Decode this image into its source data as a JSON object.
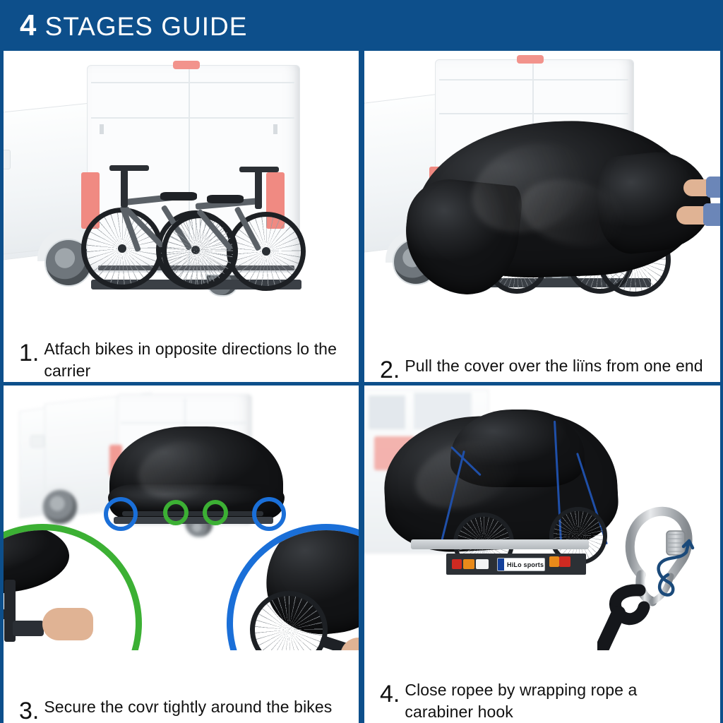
{
  "header": {
    "number": "4",
    "title_rest": " STAGES GUIDE",
    "background_color": "#0d4f8b",
    "text_color": "#ffffff"
  },
  "theme": {
    "accent_blue": "#0d4f8b",
    "annotation_blue": "#1a6fd8",
    "annotation_green": "#3cb034",
    "rope_blue": "#1f4fa8",
    "cover_black": "#141517",
    "background": "#ffffff"
  },
  "steps": [
    {
      "number": "1.",
      "caption": "Atfach bikes in opposite directions lo the carrier",
      "scene": "white-van-rear-with-two-bikes-on-hitch-carrier"
    },
    {
      "number": "2.",
      "caption": "Pull the cover over the liïns from one end",
      "scene": "hands-pulling-black-cover-over-bikes"
    },
    {
      "number": "3.",
      "caption": "Secure the covr tightly around the bikes",
      "scene": "covered-bikes-with-annotation-circles-and-two-detail-insets"
    },
    {
      "number": "4.",
      "caption": "Close ropee by wrapping rope a carabiner hook",
      "scene": "covered-bikes-with-blue-rope-and-carabiner-hook"
    }
  ],
  "panel4": {
    "license_plate_text": "HiLo sports"
  },
  "annotations": {
    "panel3_circles": [
      "blue",
      "green",
      "green",
      "blue"
    ],
    "panel3_insets": [
      {
        "rim": "green",
        "content": "hands-fastening-buckle-strap"
      },
      {
        "rim": "blue",
        "content": "hand-pulling-cover-edge-over-wheel"
      }
    ],
    "panel4_arrow": "curly-spiral-arrow"
  }
}
